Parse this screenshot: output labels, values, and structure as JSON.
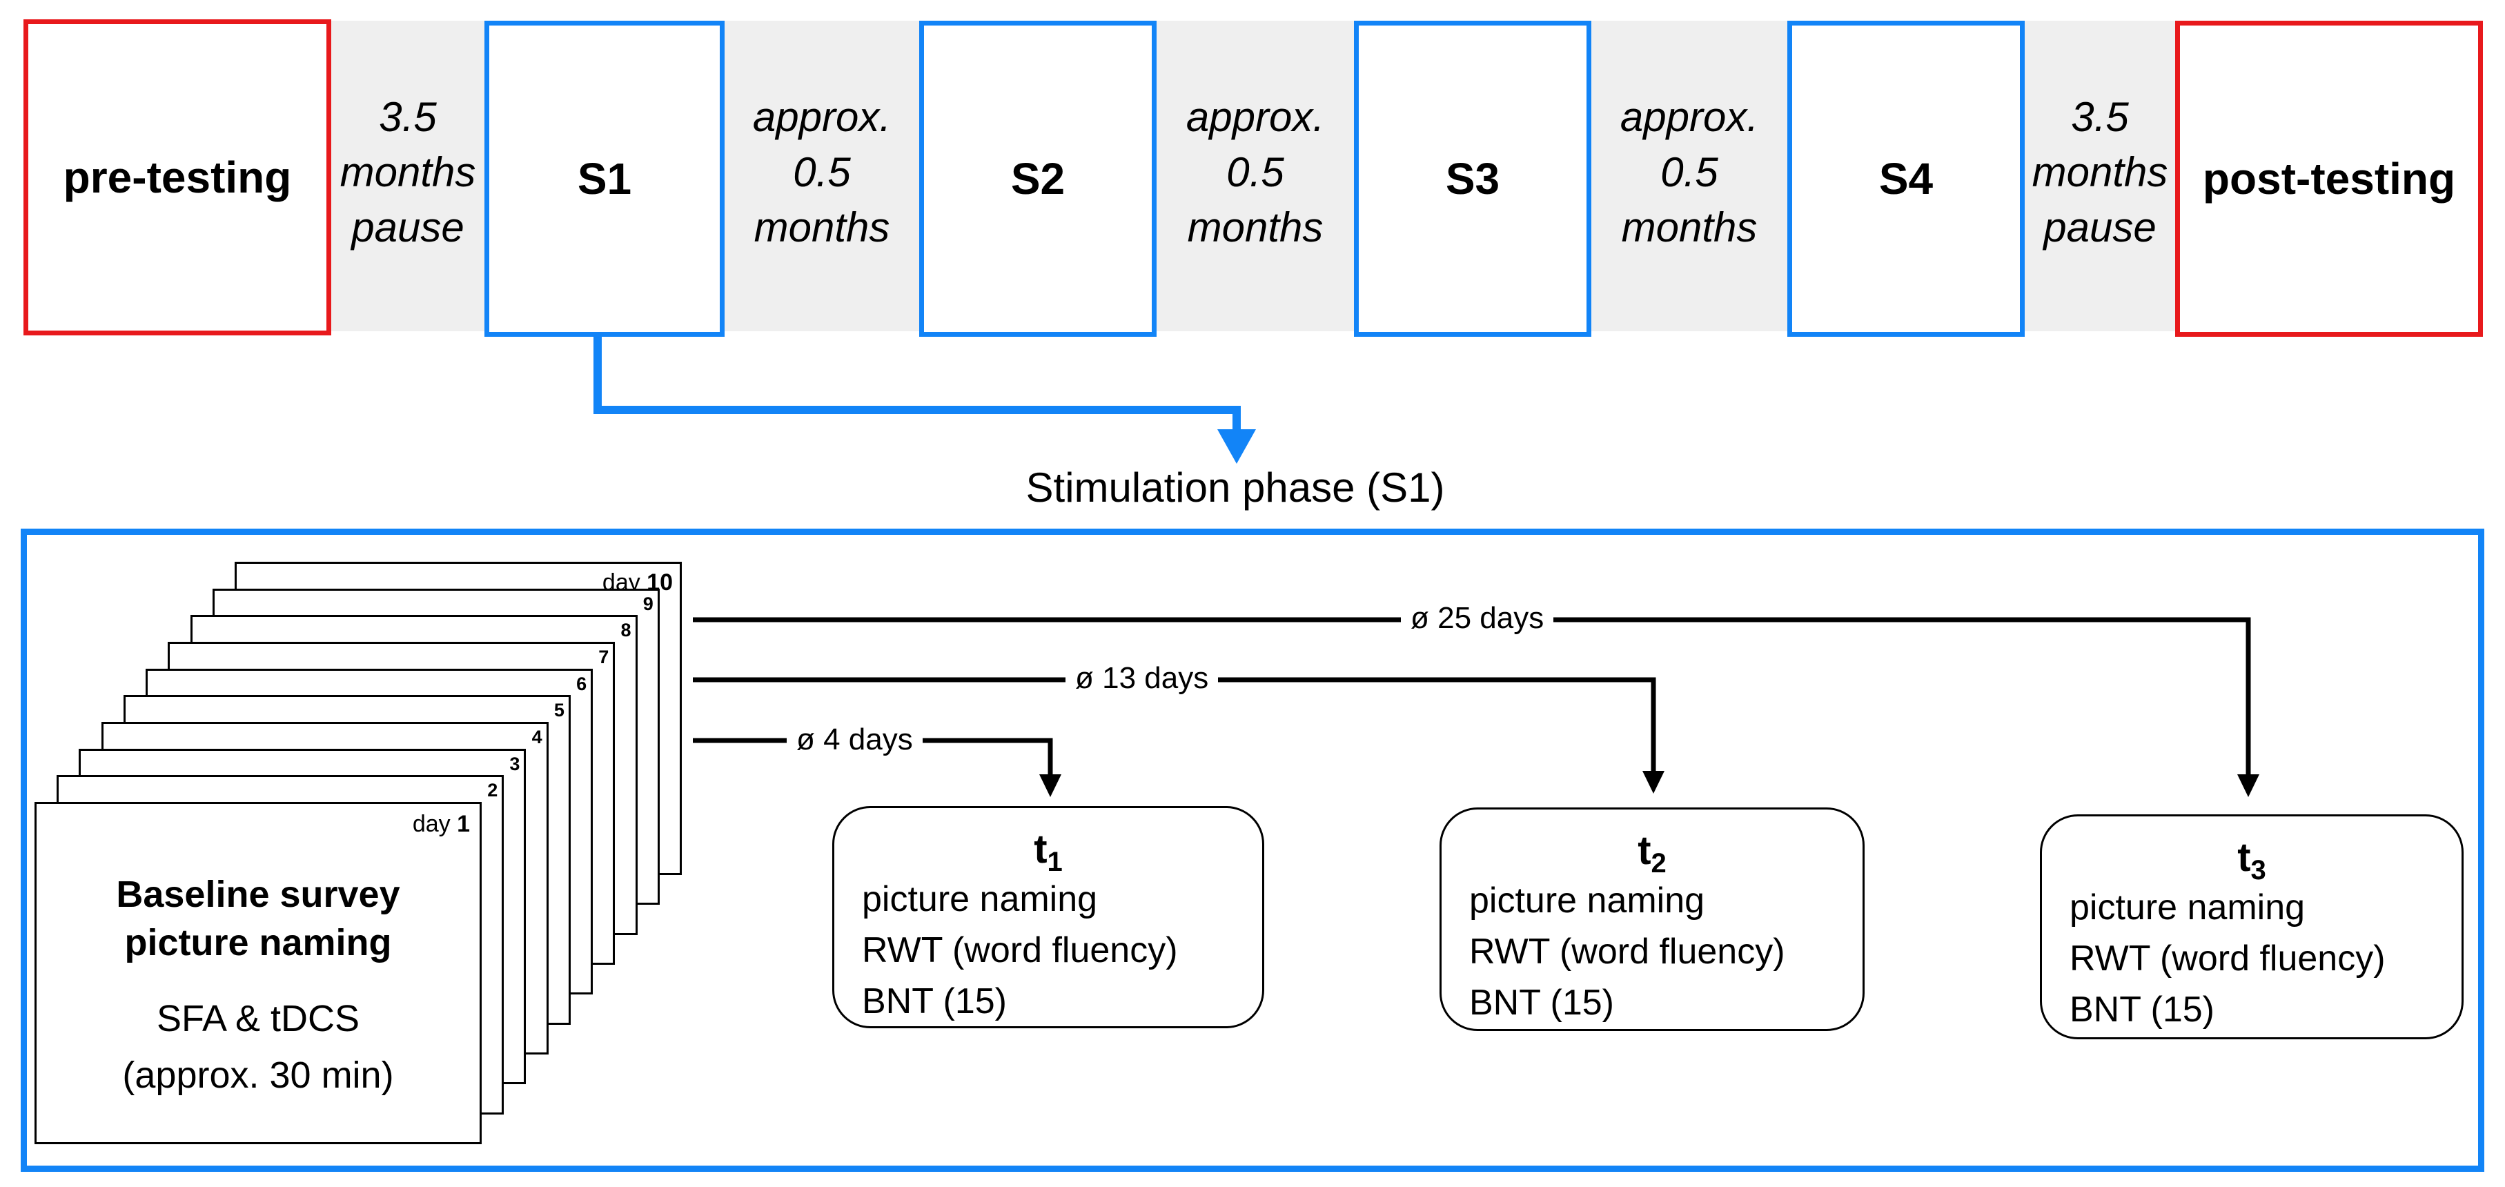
{
  "timeline": {
    "phases": [
      {
        "id": "pre",
        "label": "pre-testing",
        "color": "#e8191c"
      },
      {
        "id": "s1",
        "label": "S1",
        "color": "#1284f7"
      },
      {
        "id": "s2",
        "label": "S2",
        "color": "#1284f7"
      },
      {
        "id": "s3",
        "label": "S3",
        "color": "#1284f7"
      },
      {
        "id": "s4",
        "label": "S4",
        "color": "#1284f7"
      },
      {
        "id": "post",
        "label": "post-testing",
        "color": "#e8191c"
      }
    ],
    "pauses": [
      {
        "lines": [
          "3.5",
          "months",
          "pause"
        ]
      },
      {
        "lines": [
          "approx.",
          "0.5",
          "months"
        ]
      },
      {
        "lines": [
          "approx.",
          "0.5",
          "months"
        ]
      },
      {
        "lines": [
          "approx.",
          "0.5",
          "months"
        ]
      },
      {
        "lines": [
          "3.5",
          "months",
          "pause"
        ]
      }
    ]
  },
  "stimulation": {
    "title": "Stimulation phase (S1)",
    "day_numbers": [
      "2",
      "3",
      "4",
      "5",
      "6",
      "7",
      "8",
      "9"
    ],
    "day_first": {
      "prefix": "day ",
      "num": "1"
    },
    "day_last": {
      "prefix": "day ",
      "num": "10"
    },
    "front_card": {
      "line1": "Baseline survey",
      "line2": "picture naming",
      "line3": "SFA & tDCS",
      "line4": "(approx. 30 min)"
    },
    "intervals": [
      {
        "label": "ø 4 days"
      },
      {
        "label": "ø 13 days"
      },
      {
        "label": "ø 25 days"
      }
    ],
    "tests": [
      {
        "title": "t",
        "sub": "1",
        "items": [
          "picture naming",
          "RWT (word fluency)",
          "BNT (15)"
        ]
      },
      {
        "title": "t",
        "sub": "2",
        "items": [
          "picture naming",
          "RWT (word fluency)",
          "BNT (15)"
        ]
      },
      {
        "title": "t",
        "sub": "3",
        "items": [
          "picture naming",
          "RWT (word fluency)",
          "BNT (15)"
        ]
      }
    ]
  },
  "colors": {
    "red": "#e8191c",
    "blue": "#1284f7",
    "band": "#efefef"
  }
}
